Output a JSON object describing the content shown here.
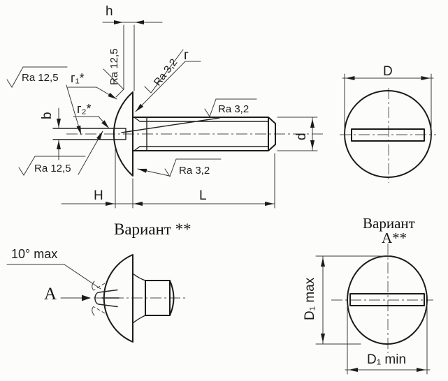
{
  "main_view": {
    "dim_h": "h",
    "dim_b": "b",
    "dim_H": "H",
    "dim_L": "L",
    "dim_d": "d",
    "ra_slot_rotated": "Ra 12,5",
    "ra_left": "Ra 12,5",
    "ra_bottom": "Ra 12,5",
    "ra_fillet": "Ra 3,2",
    "ra_thread": "Ra 3,2",
    "ra_under_head": "Ra 3,2",
    "label_r": "г",
    "label_r1": "г₁*",
    "label_r2": "г₂*"
  },
  "top_view": {
    "dim_D": "D"
  },
  "variant_side_view": {
    "title": "Вариант **",
    "angle_note": "10° max",
    "view_label": "А"
  },
  "variant_top_view": {
    "title_line1": "Вариант",
    "title_line2": "А**",
    "dim_D1_max": "D₁ max",
    "dim_D1_min": "D₁ min"
  }
}
